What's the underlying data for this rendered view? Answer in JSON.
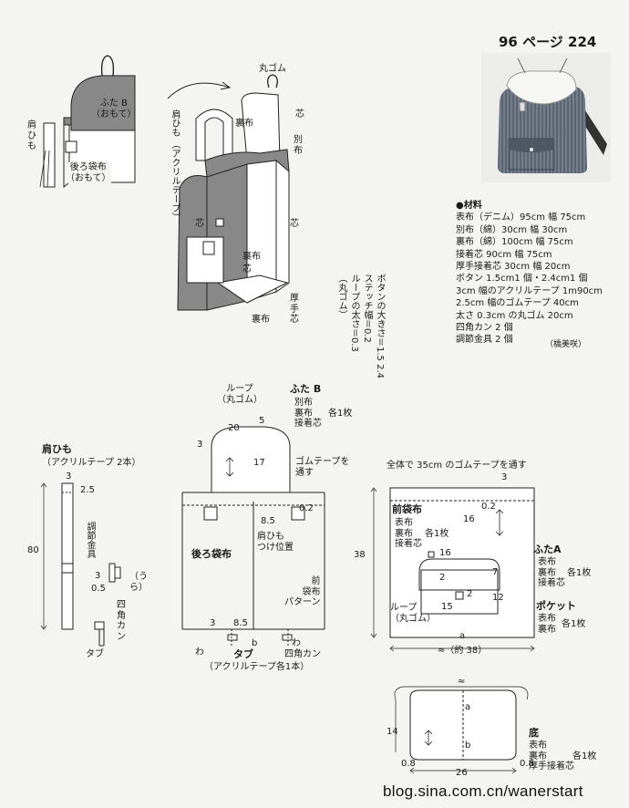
{
  "header": {
    "page_ref": "96 ページ 224"
  },
  "materials": {
    "title": "●材料",
    "items": [
      "表布（デニム）95cm 幅 75cm",
      "別布（綿）30cm 幅 30cm",
      "裏布（綿）100cm 幅 75cm",
      "接着芯 90cm 幅 75cm",
      "厚手接着芯 30cm 幅 20cm",
      "ボタン 1.5cm1 個・2.4cm1 個",
      "3cm 幅のアクリルテープ 1m90cm",
      "2.5cm 幅のゴムテープ 40cm",
      "太さ 0.3cm の丸ゴム 20cm",
      "四角カン 2 個",
      "調節金具 2 個"
    ],
    "credit": "（橋美咲）"
  },
  "notes_vertical": [
    "ボタンの大きさ＝1.5 2.4",
    "ステッチ幅＝0.2",
    "ループの太さ＝0.3",
    "（丸ゴム）"
  ],
  "illustration": {
    "flap_label": "ふた B\n（おもて）",
    "strap_label": "肩ひも",
    "back_label": "後ろ袋布\n（おもて）",
    "shoulder_strap": "肩ひも\n（アクリルテープ）",
    "lining": "裏布",
    "round_elastic": "丸ゴム",
    "core": "芯",
    "other_fabric": "別布",
    "core2": "芯",
    "core3": "芯",
    "lining2": "裏布",
    "core4": "芯",
    "thick_core": "厚手芯",
    "lining3": "裏布"
  },
  "strap_pattern": {
    "title": "肩ひも",
    "sub": "（アクリルテープ 2本）",
    "dim_width": "3",
    "dim_fold": "2.5",
    "dim_len": "80",
    "adjuster": "調節金具",
    "d3": "3",
    "d05": "0.5",
    "ura": "（うら）",
    "ring": "四角カン",
    "tab": "タブ"
  },
  "back_pattern": {
    "loop": "ループ\n（丸ゴム）",
    "flapB": "ふた B",
    "flapB_items": "別布\n裏布\n接着芯",
    "each1": "各1枚",
    "d20": "20",
    "d5": "5",
    "d3": "3",
    "d17": "17",
    "elastic": "ゴムテープを\n通す",
    "d02": "0.2",
    "d85": "8.5",
    "strap_pos": "肩ひも\nつけ位置",
    "back_body": "後ろ袋布",
    "front_pat": "前\n袋布\nパターン",
    "d3b": "3",
    "d85b": "8.5",
    "wa1": "わ",
    "b": "b",
    "wa2": "わ",
    "ring": "四角カン",
    "tab": "タブ",
    "tab_sub": "（アクリルテープ各1本）"
  },
  "front_pattern": {
    "note": "全体で 35cm のゴムテープを通す",
    "d3": "3",
    "d02": "0.2",
    "front_body": "前袋布",
    "front_items": "表布\n裏布\n接着芯",
    "each1": "各1枚",
    "d16": "16",
    "d38": "38",
    "d16b": "16",
    "flapA": "ふたA",
    "flapA_items": "表布\n裏布\n接着芯",
    "each1b": "各1枚",
    "d2": "2",
    "d7": "7",
    "d2b": "2",
    "d12": "12",
    "d15": "15",
    "loop": "ループ\n（丸ゴム）",
    "pocket": "ポケット",
    "pocket_items": "表布\n裏布",
    "each1c": "各1枚",
    "a": "a",
    "approx": "≈（約 38）"
  },
  "bottom_pattern": {
    "approx": "≈",
    "a": "a",
    "d14": "14",
    "b": "b",
    "title": "底",
    "items": "表布\n裏布\n厚手接着芯",
    "each1": "各1枚",
    "d08a": "0.8",
    "d26": "26",
    "d08b": "0.8"
  },
  "watermark": "blog.sina.com.cn/wanerstart"
}
